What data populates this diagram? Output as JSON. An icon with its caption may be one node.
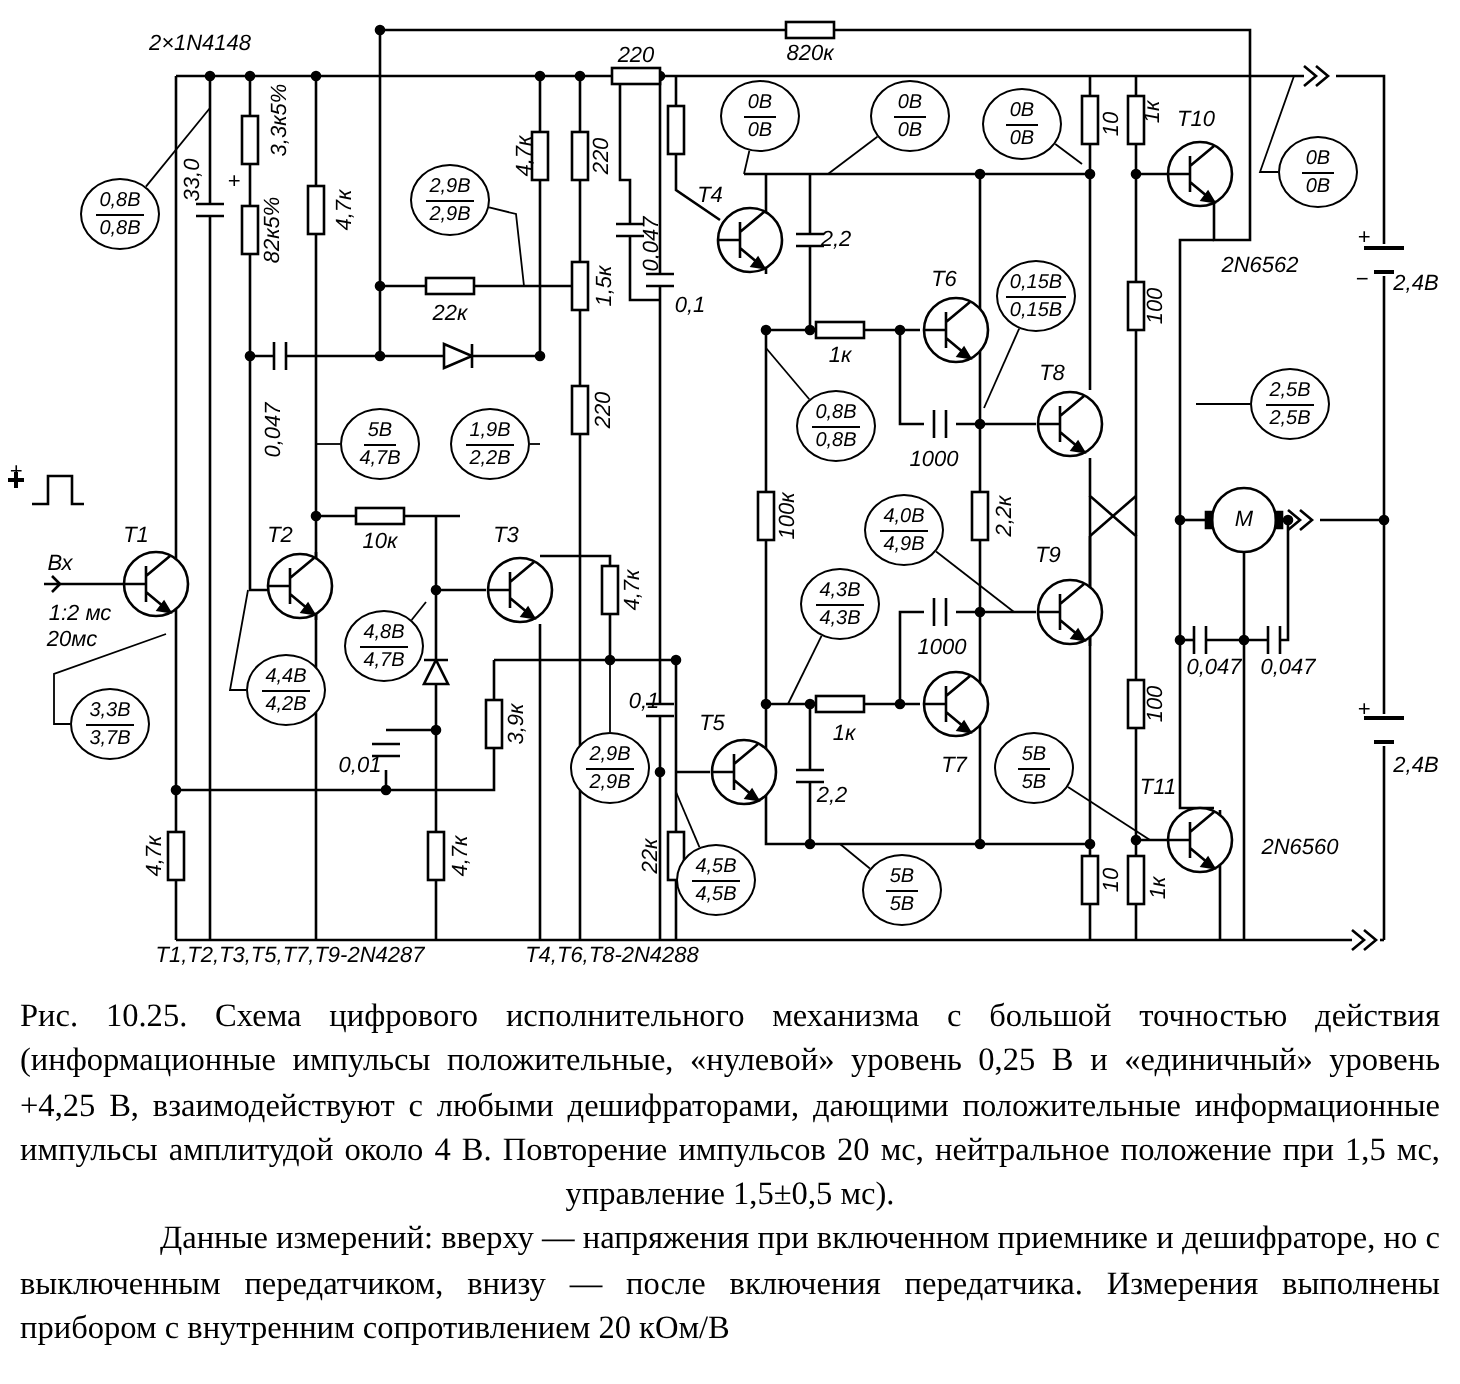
{
  "diagram": {
    "caption": "Рис. 10.25. Схема цифрового исполнительного механизма с большой точностью действия (информационные импульсы положительные, «нулевой» уровень 0,25 В и «единичный» уровень +4,25 В, взаимодействуют с любыми дешифраторами, дающими положительные информационные импульсы амплитудой около 4 В. Повторение импульсов 20 мс, нейтральное положение при 1,5 мс, управление 1,5±0,5 мс).",
    "nodes": [
      {
        "text": [
          "0,8В",
          "0,8В"
        ]
      },
      {
        "text": [
          "2,9В",
          "2,9В"
        ]
      },
      {
        "text": [
          "0В",
          "0В"
        ]
      },
      {
        "text": [
          "0В",
          "0В"
        ]
      },
      {
        "text": [
          "0В",
          "0В"
        ]
      },
      {
        "text": [
          "0В",
          "0В"
        ]
      },
      {
        "text": [
          "0,15В",
          "0,15В"
        ]
      },
      {
        "text": [
          "0,8В",
          "0,8В"
        ]
      },
      {
        "text": [
          "2,5В",
          "2,5В"
        ]
      },
      {
        "text": [
          "5В",
          "4,7В"
        ]
      },
      {
        "text": [
          "1,9В",
          "2,2В"
        ]
      },
      {
        "text": [
          "4,4В",
          "4,2В"
        ]
      },
      {
        "text": [
          "4,8В",
          "4,7В"
        ]
      },
      {
        "text": [
          "3,3В",
          "3,7В"
        ]
      },
      {
        "text": [
          "2,9В",
          "2,9В"
        ]
      },
      {
        "text": [
          "4,5В",
          "4,5В"
        ]
      },
      {
        "text": [
          "4,3В",
          "4,3В"
        ]
      },
      {
        "text": [
          "4,0В",
          "4,9В"
        ]
      },
      {
        "text": [
          "5В",
          "5В"
        ]
      },
      {
        "text": [
          "5В",
          "5В"
        ]
      }
    ],
    "edges": [
      {
        "from": 0,
        "to": null,
        "arrow": "none"
      },
      {
        "from": 1,
        "to": null,
        "arrow": "none"
      },
      {
        "from": 2,
        "to": null,
        "arrow": "none"
      },
      {
        "from": 3,
        "to": null,
        "arrow": "none"
      },
      {
        "from": 4,
        "to": null,
        "arrow": "none"
      },
      {
        "from": 5,
        "to": null,
        "arrow": "none"
      },
      {
        "from": 6,
        "to": null,
        "arrow": "none"
      },
      {
        "from": 7,
        "to": null,
        "arrow": "none"
      },
      {
        "from": 8,
        "to": null,
        "arrow": "none"
      },
      {
        "from": 9,
        "to": null,
        "arrow": "none"
      },
      {
        "from": 10,
        "to": null,
        "arrow": "none"
      },
      {
        "from": 11,
        "to": null,
        "arrow": "none"
      },
      {
        "from": 12,
        "to": null,
        "arrow": "none"
      },
      {
        "from": 13,
        "to": null,
        "arrow": "none"
      },
      {
        "from": 14,
        "to": null,
        "arrow": "none"
      },
      {
        "from": 15,
        "to": null,
        "arrow": "none"
      },
      {
        "from": 16,
        "to": null,
        "arrow": "none"
      },
      {
        "from": 17,
        "to": null,
        "arrow": "none"
      },
      {
        "from": 18,
        "to": null,
        "arrow": "none"
      },
      {
        "from": 19,
        "to": null,
        "arrow": "none"
      }
    ],
    "labels": [
      "2×1N4148",
      "33,0",
      "+",
      "3,3к5%",
      "82к5%",
      "4,7к",
      "4,7к",
      "220",
      "220",
      "0,047",
      "0,1",
      "1,5к",
      "22к",
      "0,047",
      "220",
      "820к",
      "Т4",
      "2,2",
      "Т6",
      "1к",
      "1000",
      "Т8",
      "10",
      "1к",
      "Т10",
      "2N6562",
      "100",
      "+",
      "−",
      "2,4В",
      "+",
      "Т1",
      "Т2",
      "10к",
      "Т3",
      "Вх",
      "1:2 мс",
      "20мс",
      "4,7к",
      "0,1",
      "3,9к",
      "0,01",
      "Т5",
      "100к",
      "2,2к",
      "Т9",
      "1000",
      "1к",
      "Т7",
      "2,2",
      "100",
      "0,047",
      "0,047",
      "М",
      "+",
      "2,4В",
      "Т11",
      "2N6560",
      "4,7к",
      "4,7к",
      "22к",
      "10",
      "1к",
      "T1,T2,T3,T5,T7,T9-2N4287",
      "T4,T6,T8-2N4288",
      "Данные измерений: вверху — напряжения при включенном приемнике и дешифраторе, но с выключенным передатчиком, внизу — после включения передатчика. Измерения выполнены прибором с внутренним сопротивлением 20 кОм/В"
    ]
  }
}
